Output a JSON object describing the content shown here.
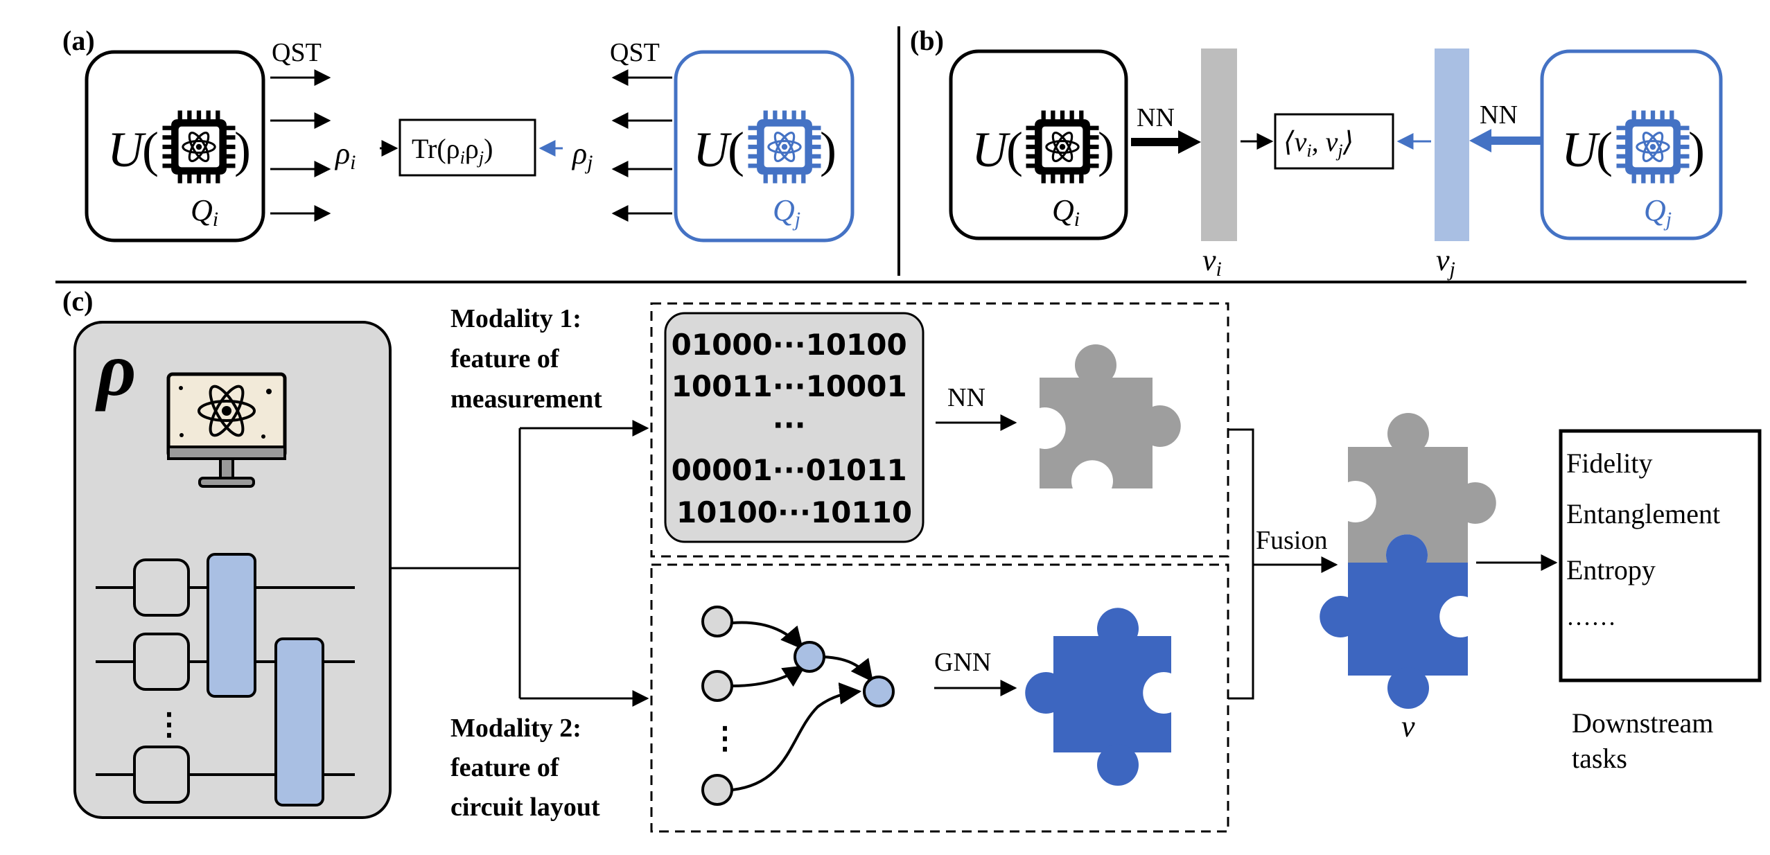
{
  "panel_a": {
    "label": "(a)",
    "qst_left": "QST",
    "qst_right": "QST",
    "unitary_left": "U",
    "unitary_right": "U",
    "q_left": "Q",
    "q_left_sub": "i",
    "q_right": "Q",
    "q_right_sub": "j",
    "rho_left": "ρ",
    "rho_left_sub": "i",
    "rho_right": "ρ",
    "rho_right_sub": "j",
    "trace_box": "Tr(ρ",
    "trace_sub1": "i",
    "trace_mid": "ρ",
    "trace_sub2": "j",
    "trace_close": ")"
  },
  "panel_b": {
    "label": "(b)",
    "nn_left": "NN",
    "nn_right": "NN",
    "unitary_left": "U",
    "unitary_right": "U",
    "q_left": "Q",
    "q_left_sub": "i",
    "q_right": "Q",
    "q_right_sub": "j",
    "v_left": "v",
    "v_left_sub": "i",
    "v_right": "v",
    "v_right_sub": "j",
    "inner_open": "⟨v",
    "inner_sub1": "i",
    "inner_mid": ", v",
    "inner_sub2": "j",
    "inner_close": "⟩"
  },
  "panel_c": {
    "label": "(c)",
    "rho_symbol": "ρ",
    "modality1_line1": "Modality 1:",
    "modality1_line2": "feature of",
    "modality1_line3": "measurement",
    "modality2_line1": "Modality 2:",
    "modality2_line2": "feature of",
    "modality2_line3": "circuit layout",
    "bitstrings": [
      "01000···10100",
      "10011···10001",
      "···",
      "00001···01011",
      "10100···10110"
    ],
    "nn_label": "NN",
    "gnn_label": "GNN",
    "fusion_label": "Fusion",
    "vector_label": "v",
    "tasks": [
      "Fidelity",
      "Entanglement",
      "Entropy",
      "……"
    ],
    "downstream_line1": "Downstream",
    "downstream_line2": "tasks",
    "vdots": "⋮"
  },
  "colors": {
    "blue": "#4472c4",
    "dark_blue_piece": "#3d66c0",
    "light_blue": "#a9bfe3",
    "gray_piece": "#9e9e9e",
    "gray_bar": "#bdbdbd",
    "panel_bg": "#d9d9d9",
    "black": "#000000"
  },
  "icons": [
    "quantum-chip-icon",
    "atom-monitor-icon",
    "puzzle-piece-icon"
  ]
}
